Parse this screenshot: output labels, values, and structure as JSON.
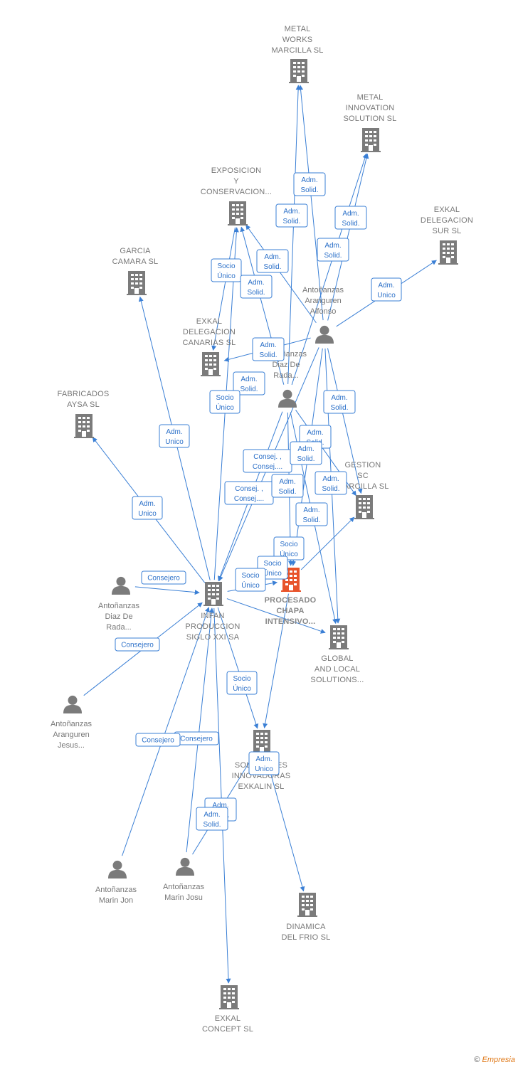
{
  "colors": {
    "edge": "#3a7fd5",
    "node": "#7b7b7b",
    "focus": "#e8532a"
  },
  "footer": {
    "copyright": "©",
    "brand": "Empresia"
  },
  "nodes": [
    {
      "id": "metal_works",
      "type": "company",
      "label": [
        "METAL",
        "WORKS",
        "MARCILLA  SL"
      ]
    },
    {
      "id": "metal_innovation",
      "type": "company",
      "label": [
        "METAL",
        "INNOVATION",
        "SOLUTION  SL"
      ]
    },
    {
      "id": "exposicion",
      "type": "company",
      "label": [
        "EXPOSICION",
        "Y",
        "CONSERVACION..."
      ]
    },
    {
      "id": "exkal_sur",
      "type": "company",
      "label": [
        "EXKAL",
        "DELEGACION",
        "SUR SL"
      ]
    },
    {
      "id": "garcia_camara",
      "type": "company",
      "label": [
        "GARCIA",
        "CAMARA SL"
      ]
    },
    {
      "id": "aranguren_alfonso",
      "type": "person",
      "label": [
        "Antoñanzas",
        "Aranguren",
        "Alfonso"
      ]
    },
    {
      "id": "exkal_canarias",
      "type": "company",
      "label": [
        "EXKAL",
        "DELEGACION",
        "CANARIAS  SL"
      ]
    },
    {
      "id": "diaz_rada_1",
      "type": "person",
      "label": [
        "Antoñanzas",
        "Diaz De",
        "Rada..."
      ]
    },
    {
      "id": "fabricados_aysa",
      "type": "company",
      "label": [
        "FABRICADOS",
        "AYSA SL"
      ]
    },
    {
      "id": "gestion_sc",
      "type": "company",
      "label": [
        "GESTION",
        "SC",
        "MARCILLA  SL"
      ]
    },
    {
      "id": "procesado_chapa",
      "type": "focus",
      "label": [
        "PROCESADO",
        "CHAPA",
        "INTENSIVO..."
      ]
    },
    {
      "id": "diaz_rada_2",
      "type": "person",
      "label": [
        "Antoñanzas",
        "Diaz De",
        "Rada..."
      ]
    },
    {
      "id": "infan",
      "type": "company",
      "label": [
        "INFAN",
        "PRODUCCION",
        "SIGLO XXI SA"
      ]
    },
    {
      "id": "global_local",
      "type": "company",
      "label": [
        "GLOBAL",
        "AND LOCAL",
        "SOLUTIONS..."
      ]
    },
    {
      "id": "aranguren_jesus",
      "type": "person",
      "label": [
        "Antoñanzas",
        "Aranguren",
        "Jesus..."
      ]
    },
    {
      "id": "soluciones_exkalin",
      "type": "company",
      "label": [
        "SOLUCIONES",
        "INNOVADORAS",
        "EXKALIN SL"
      ]
    },
    {
      "id": "marin_jon",
      "type": "person",
      "label": [
        "Antoñanzas",
        "Marin Jon"
      ]
    },
    {
      "id": "marin_josu",
      "type": "person",
      "label": [
        "Antoñanzas",
        "Marin Josu"
      ]
    },
    {
      "id": "dinamica_frio",
      "type": "company",
      "label": [
        "DINAMICA",
        "DEL FRIO  SL"
      ]
    },
    {
      "id": "exkal_concept",
      "type": "company",
      "label": [
        "EXKAL",
        "CONCEPT  SL"
      ]
    }
  ],
  "badges": [
    {
      "id": "b_admsolid_mw",
      "lines": [
        "Adm.",
        "Solid."
      ]
    },
    {
      "id": "b_admsolid_mw2",
      "lines": [
        "Adm.",
        "Solid."
      ]
    },
    {
      "id": "b_admsolid_mi",
      "lines": [
        "Adm.",
        "Solid."
      ]
    },
    {
      "id": "b_admsolid_mi2",
      "lines": [
        "Adm.",
        "Solid."
      ]
    },
    {
      "id": "b_admunico_sur",
      "lines": [
        "Adm.",
        "Unico"
      ]
    },
    {
      "id": "b_socio_exp",
      "lines": [
        "Socio",
        "Único"
      ]
    },
    {
      "id": "b_admsolid_exp1",
      "lines": [
        "Adm.",
        "Solid."
      ]
    },
    {
      "id": "b_admsolid_exp2",
      "lines": [
        "Adm.",
        "Solid."
      ]
    },
    {
      "id": "b_admsolid_can",
      "lines": [
        "Adm.",
        "Solid."
      ]
    },
    {
      "id": "b_admsolid_can2",
      "lines": [
        "Adm.",
        "Solid."
      ]
    },
    {
      "id": "b_socio_can",
      "lines": [
        "Socio",
        "Único"
      ]
    },
    {
      "id": "b_admunico_garcia",
      "lines": [
        "Adm.",
        "Unico"
      ]
    },
    {
      "id": "b_admsolid_g1",
      "lines": [
        "Adm.",
        "Solid."
      ]
    },
    {
      "id": "b_admsolid_g2",
      "lines": [
        "Adm.",
        "Solid."
      ]
    },
    {
      "id": "b_consej_1",
      "lines": [
        "Consej. ,",
        "Consej...."
      ]
    },
    {
      "id": "b_consej_2",
      "lines": [
        "Consej. ,",
        "Consej...."
      ]
    },
    {
      "id": "b_admsolid_p",
      "lines": [
        "Adm.",
        "Solid."
      ]
    },
    {
      "id": "b_admsolid_gl",
      "lines": [
        "Adm.",
        "Solid."
      ]
    },
    {
      "id": "b_admsolid_gl2",
      "lines": [
        "Adm.",
        "Solid."
      ]
    },
    {
      "id": "b_admunico_fab",
      "lines": [
        "Adm.",
        "Unico"
      ]
    },
    {
      "id": "b_socio_p1",
      "lines": [
        "Socio",
        "Único"
      ]
    },
    {
      "id": "b_admsolid_p2",
      "lines": [
        "Adm.",
        "Solid."
      ]
    },
    {
      "id": "b_socio_p2",
      "lines": [
        "Socio",
        "Único"
      ]
    },
    {
      "id": "b_socio_p3",
      "lines": [
        "Socio",
        "Único"
      ]
    },
    {
      "id": "b_consejero_1",
      "lines": [
        "Consejero"
      ]
    },
    {
      "id": "b_consejero_2",
      "lines": [
        "Consejero"
      ]
    },
    {
      "id": "b_socio_sol",
      "lines": [
        "Socio",
        "Único"
      ]
    },
    {
      "id": "b_consejero_3",
      "lines": [
        "Consejero"
      ]
    },
    {
      "id": "b_consejero_4",
      "lines": [
        "Consejero"
      ]
    },
    {
      "id": "b_admunico_din",
      "lines": [
        "Adm.",
        "Unico"
      ]
    },
    {
      "id": "b_admsolid_sol1",
      "lines": [
        "Adm.",
        "Solid."
      ]
    },
    {
      "id": "b_admsolid_sol2",
      "lines": [
        "Adm.",
        "Solid."
      ]
    }
  ]
}
